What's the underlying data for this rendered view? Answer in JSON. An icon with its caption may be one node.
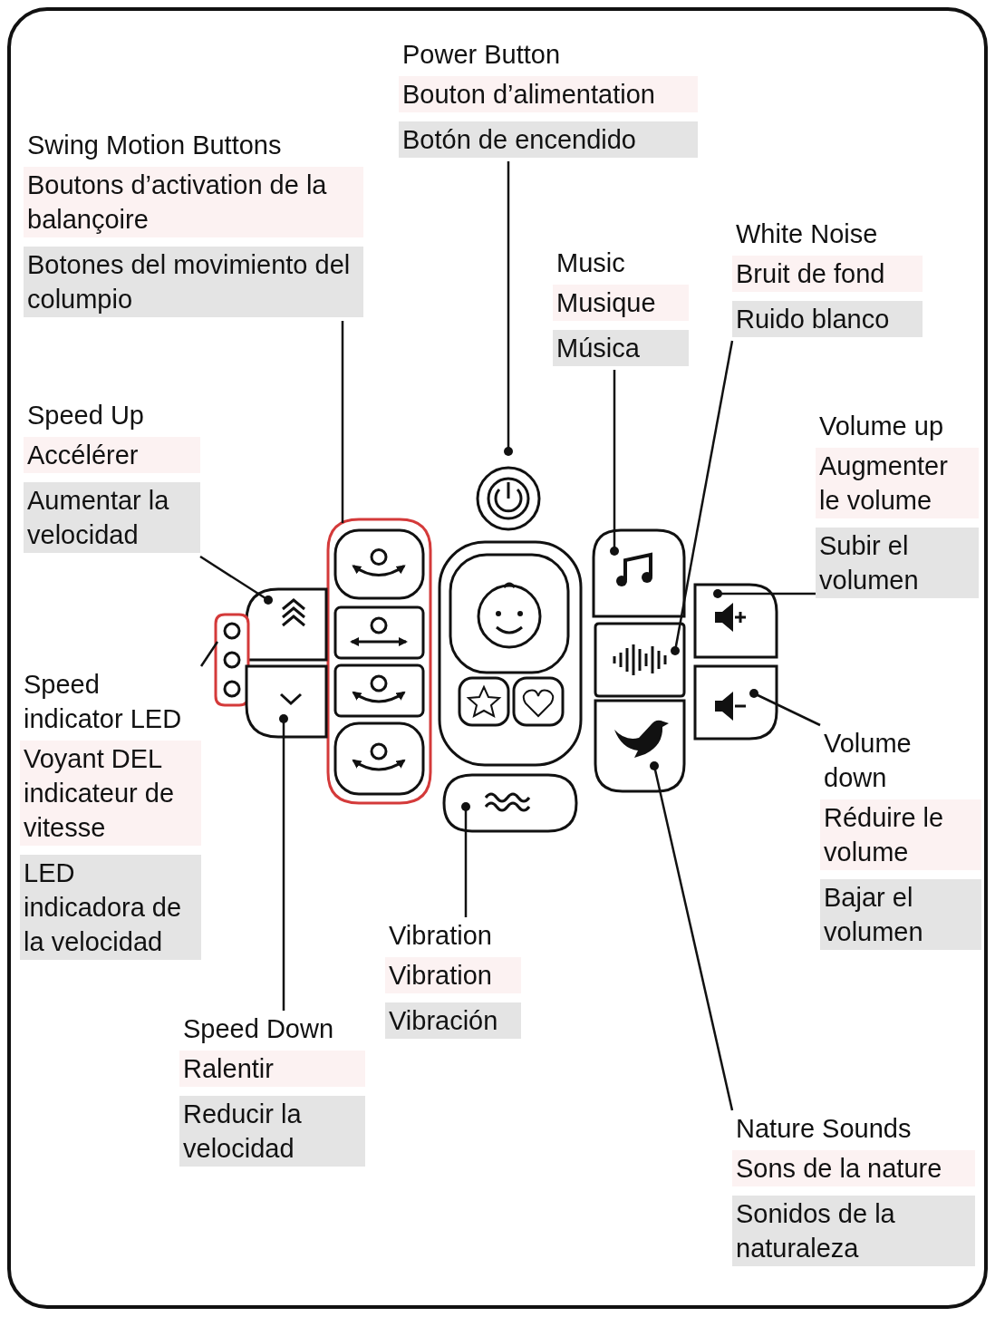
{
  "diagram": {
    "nodes": [
      {
        "text": [
          "Power Button",
          "Bouton d’alimentation",
          "Botón de encendido"
        ]
      },
      {
        "text": [
          "Swing Motion Buttons",
          "Boutons d’activation de la balançoire",
          "Botones del movimiento del columpio"
        ]
      },
      {
        "text": [
          "Music",
          "Musique",
          "Música"
        ]
      },
      {
        "text": [
          "White Noise",
          "Bruit de fond",
          "Ruido blanco"
        ]
      },
      {
        "text": [
          "Speed Up",
          "Accélérer",
          "Aumentar la velocidad"
        ]
      },
      {
        "text": [
          "Volume up",
          "Augmenter le volume",
          "Subir el volumen"
        ]
      },
      {
        "text": [
          "Speed indicator LED",
          "Voyant DEL indicateur de vitesse",
          "LED indicadora de la velocidad"
        ]
      },
      {
        "text": [
          "Volume down",
          "Réduire le volume",
          "Bajar el volumen"
        ]
      },
      {
        "text": [
          "Vibration",
          "Vibration",
          "Vibración"
        ]
      },
      {
        "text": [
          "Speed Down",
          "Ralentir",
          "Reducir la velocidad"
        ]
      },
      {
        "text": [
          "Nature Sounds",
          "Sons de la nature",
          "Sonidos de la naturaleza"
        ]
      },
      {
        "text": [],
        "shape": "circle"
      },
      {
        "text": [],
        "shape": "box"
      },
      {
        "text": [],
        "shape": "box"
      },
      {
        "text": [],
        "shape": "box"
      },
      {
        "text": [],
        "shape": "box"
      },
      {
        "text": [],
        "shape": "box"
      },
      {
        "text": [],
        "shape": "box"
      },
      {
        "text": [],
        "shape": "box"
      },
      {
        "text": [],
        "shape": "box"
      },
      {
        "text": [],
        "shape": "box"
      },
      {
        "text": [],
        "shape": "box"
      }
    ],
    "edges": [
      {
        "from": 0,
        "to": 11,
        "arrow": "other"
      },
      {
        "from": 1,
        "to": 12,
        "arrow": "none"
      },
      {
        "from": 2,
        "to": 13,
        "arrow": "other"
      },
      {
        "from": 3,
        "to": 14,
        "arrow": "other"
      },
      {
        "from": 4,
        "to": 15,
        "arrow": "other"
      },
      {
        "from": 5,
        "to": 16,
        "arrow": "other"
      },
      {
        "from": 6,
        "to": 17,
        "arrow": "none"
      },
      {
        "from": 7,
        "to": 18,
        "arrow": "other"
      },
      {
        "from": 8,
        "to": 19,
        "arrow": "other"
      },
      {
        "from": 9,
        "to": 20,
        "arrow": "other"
      },
      {
        "from": 10,
        "to": 21,
        "arrow": "other"
      }
    ]
  }
}
